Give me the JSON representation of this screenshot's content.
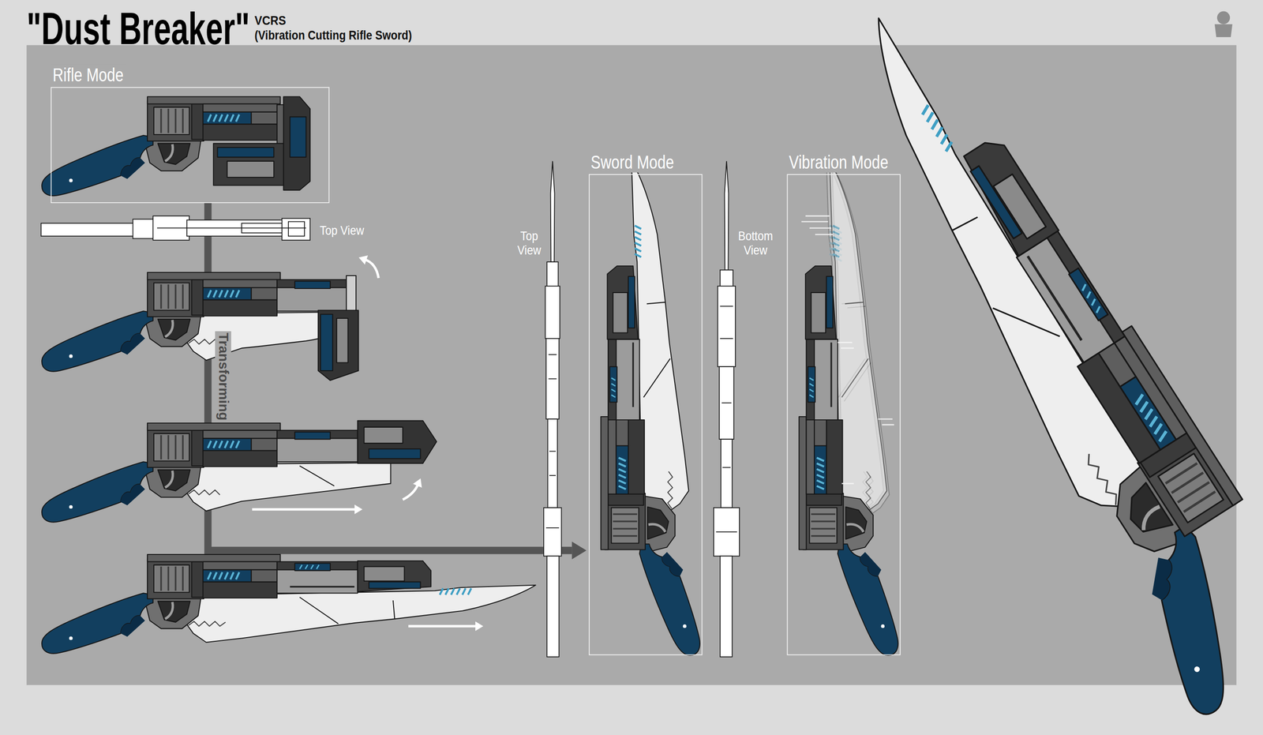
{
  "diagram": {
    "title": "\"Dust Breaker\"",
    "nodes": [
      {
        "text": [
          "Rifle Mode"
        ]
      },
      {
        "text": [
          "Sword Mode"
        ]
      },
      {
        "text": [
          "Vibration Mode"
        ]
      }
    ],
    "edges": [
      {
        "from": 0,
        "to": 1,
        "label": "Transforming",
        "arrow": "to"
      }
    ],
    "labels": [
      "VCRS",
      "(Vibration Cutting Rifle Sword)",
      "Top View",
      "Top View",
      "Bottom View"
    ]
  }
}
